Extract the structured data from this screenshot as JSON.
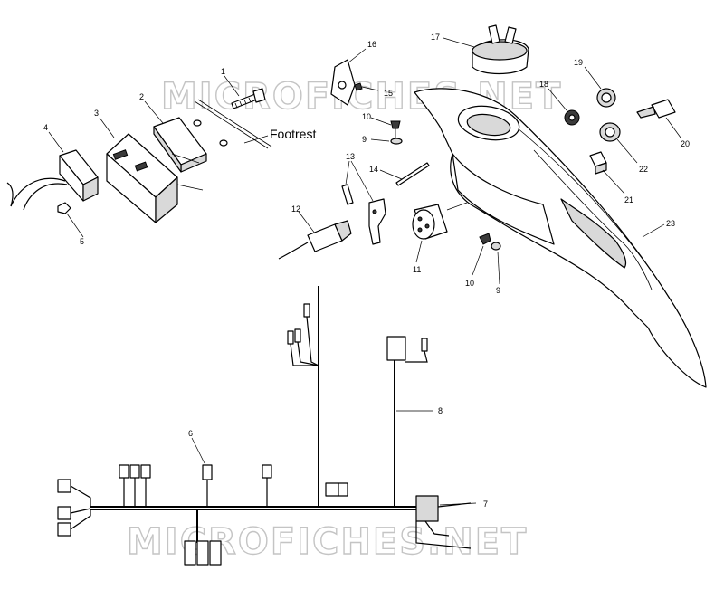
{
  "diagram": {
    "callouts": [
      "1",
      "2",
      "3",
      "4",
      "5",
      "6",
      "7",
      "8",
      "9",
      "10",
      "11",
      "12",
      "13",
      "14",
      "15",
      "16",
      "17",
      "18",
      "19",
      "20",
      "21",
      "22",
      "23"
    ],
    "footrest_label": "Footrest",
    "watermark": "MICROFICHES.NET"
  }
}
